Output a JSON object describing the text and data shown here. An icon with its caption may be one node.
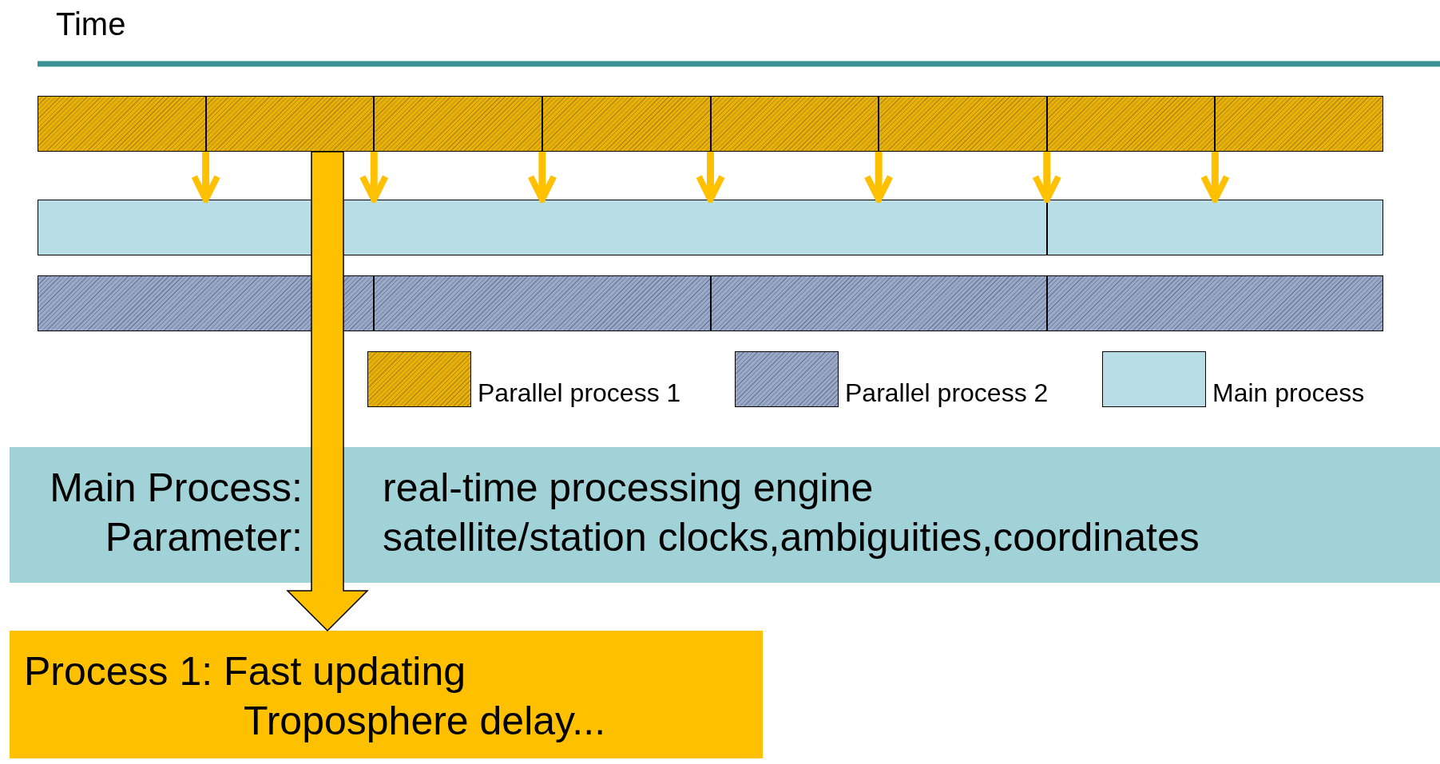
{
  "diagram": {
    "nodes": [
      {
        "text": [],
        "shape": "bar"
      },
      {
        "text": [],
        "shape": "bar"
      },
      {
        "text": [],
        "shape": "bar"
      },
      {
        "text": [],
        "shape": "bar"
      },
      {
        "text": [],
        "shape": "bar"
      },
      {
        "text": [],
        "shape": "bar"
      },
      {
        "text": [],
        "shape": "bar"
      },
      {
        "text": [],
        "shape": "bar"
      },
      {
        "text": [],
        "shape": "bar"
      },
      {
        "text": [],
        "shape": "bar"
      },
      {
        "text": [],
        "shape": "bar"
      },
      {
        "text": [],
        "shape": "bar"
      },
      {
        "text": [],
        "shape": "bar"
      },
      {
        "text": [],
        "shape": "bar"
      },
      {
        "text": [
          "Main Process:",
          "real-time processing engine",
          "Parameter:",
          "satellite/station clocks,ambiguities,coordinates"
        ]
      },
      {
        "text": [
          "Process 1: Fast updating",
          "Troposphere delay..."
        ]
      }
    ],
    "edges": [
      {
        "from": 0,
        "to": 8,
        "arrow": "to"
      },
      {
        "from": 1,
        "to": 8,
        "arrow": "to"
      },
      {
        "from": 2,
        "to": 8,
        "arrow": "to"
      },
      {
        "from": 3,
        "to": 8,
        "arrow": "to"
      },
      {
        "from": 4,
        "to": 8,
        "arrow": "to"
      },
      {
        "from": 5,
        "to": 8,
        "arrow": "to"
      },
      {
        "from": 6,
        "to": 9,
        "arrow": "to"
      },
      {
        "from": 1,
        "to": 15,
        "arrow": "to",
        "style": "thick"
      }
    ],
    "labels": [
      "Time"
    ],
    "legend": [
      {
        "text": "Parallel process 1"
      },
      {
        "text": "Parallel process 2"
      },
      {
        "text": "Main process",
        "color": "#b8dde6"
      }
    ]
  }
}
